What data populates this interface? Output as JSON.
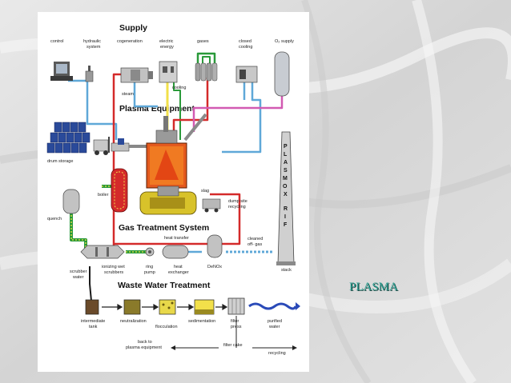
{
  "diagram": {
    "sections": {
      "supply": "Supply",
      "plasma_equipment": "Plasma Equipment",
      "gas_treatment": "Gas Treatment System",
      "waste_water": "Waste Water Treatment"
    },
    "supply_labels": {
      "control": "control",
      "hydraulic_l1": "hydraulic",
      "hydraulic_l2": "system",
      "cogeneration": "cogeneration",
      "electric_l1": "electric",
      "electric_l2": "energy",
      "gases": "gases",
      "closed_l1": "closed",
      "closed_l2": "cooling",
      "o2_supply": "O₂ supply",
      "cooling": "cooling",
      "steam": "steam"
    },
    "plasma_labels": {
      "drum_storage": "drum storage",
      "boiler": "boiler",
      "slag": "slag",
      "dump_l1": "dump site",
      "dump_l2": "recycling",
      "quench": "quench"
    },
    "stack": {
      "letters": [
        "P",
        "L",
        "A",
        "S",
        "M",
        "O",
        "X",
        "R",
        "I",
        "F"
      ],
      "label": "stack"
    },
    "gas_labels": {
      "heat_transfer": "heat transfer",
      "cleaned_l1": "cleaned",
      "cleaned_l2": "off- gas",
      "scrubber_l1": "scrubber",
      "scrubber_l2": "water",
      "ionizing_l1": "ionizing wet",
      "ionizing_l2": "scrubbers",
      "ring_l1": "ring",
      "ring_l2": "pump",
      "heat_l1": "heat",
      "heat_l2": "exchanger",
      "denox": "DeNOx"
    },
    "water_labels": {
      "intermediate_l1": "intermediate",
      "intermediate_l2": "tank",
      "neutralization": "neutralization",
      "flocculation": "flocculation",
      "sedimentation": "sedimentation",
      "filter_l1": "filter",
      "filter_l2": "press",
      "purified_l1": "purified",
      "purified_l2": "water",
      "back_l1": "back to",
      "back_l2": "plasma equipment",
      "filter_cake": "filter cake",
      "recycling": "recycling"
    },
    "colors": {
      "red_line": "#d42a2a",
      "blue_line": "#5fa8d8",
      "green_line": "#2a9a3a",
      "yellow_line": "#f2e04a",
      "pink_line": "#d25ab2",
      "furnace": "#e45a1e",
      "equipment": "#c2c2c2",
      "drums": "#2a4a9a"
    }
  },
  "caption": "PLASMA"
}
